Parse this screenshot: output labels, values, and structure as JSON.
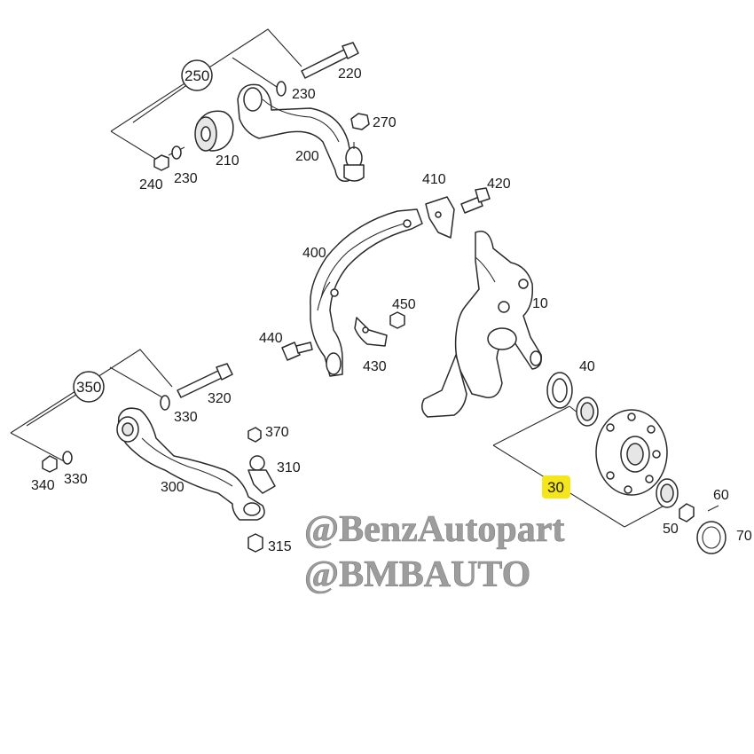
{
  "diagram": {
    "callouts": {
      "c10": "10",
      "c30": "30",
      "c40": "40",
      "c50": "50",
      "c60": "60",
      "c70": "70",
      "c200": "200",
      "c210": "210",
      "c220": "220",
      "c230a": "230",
      "c230b": "230",
      "c240": "240",
      "c250": "250",
      "c270": "270",
      "c300": "300",
      "c310": "310",
      "c315": "315",
      "c320": "320",
      "c330a": "330",
      "c330b": "330",
      "c340": "340",
      "c350": "350",
      "c370": "370",
      "c400": "400",
      "c410": "410",
      "c420": "420",
      "c430": "430",
      "c440": "440",
      "c450": "450"
    },
    "highlighted_callout": "30",
    "highlight_color": "#f5e51b",
    "watermark": {
      "line1": "@BenzAutopart",
      "line2": "@BMBAUTO"
    }
  }
}
